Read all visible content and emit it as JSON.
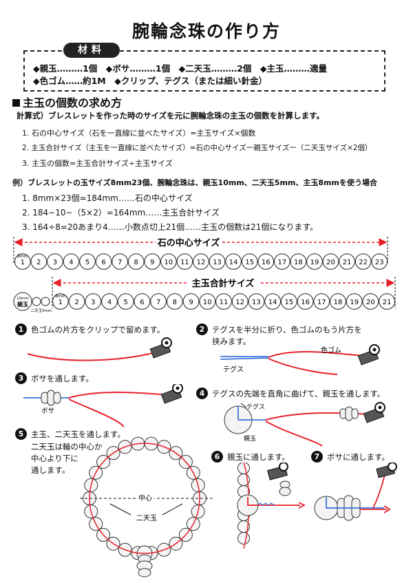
{
  "title": "腕輪念珠の作り方",
  "materials": {
    "badge": "材料",
    "line1": "◆親玉………1個　◆ボサ………1個　◆二天玉………2個　◆主玉………適量",
    "line2": "◆色ゴム……約1M　◆クリップ、テグス（または細い針金）"
  },
  "section": {
    "heading": "主玉の個数の求め方",
    "calc_intro": "計算式）ブレスレットを作った時のサイズを元に腕輪念珠の主玉の個数を計算します。",
    "calc_lines": [
      "1. 石の中心サイズ（石を一直線に並べたサイズ）=主玉サイズ×個数",
      "2. 主玉合計サイズ（主玉を一直線に並べたサイズ）=石の中心サイズー親玉サイズー（二天玉サイズ×2個）",
      "3. 主玉の個数=主玉合計サイズ÷主玉サイズ"
    ],
    "example_intro": "例）ブレスレットの玉サイズ8mm23個、腕輪念珠は、親玉10mm、二天玉5mm、主玉8mmを使う場合",
    "example_lines": [
      "1. 8mm×23個=184mm……石の中心サイズ",
      "2. 184−10−（5×2）=164mm……主玉合計サイズ",
      "3. 164÷8=20あまり4……小数点切上21個……主玉の個数は21個になります。"
    ]
  },
  "diagram1": {
    "label": "石の中心サイズ",
    "bead_size": "8mm",
    "numbers": [
      "1",
      "2",
      "3",
      "4",
      "5",
      "6",
      "7",
      "8",
      "9",
      "10",
      "11",
      "12",
      "13",
      "14",
      "15",
      "16",
      "17",
      "18",
      "19",
      "20",
      "21",
      "22",
      "23"
    ]
  },
  "diagram2": {
    "label": "主玉合計サイズ",
    "oyadama_size": "10mm",
    "oyadama_label": "親玉",
    "nitendama_label": "二天玉5mm",
    "bead_size": "8mm",
    "numbers": [
      "1",
      "2",
      "3",
      "4",
      "5",
      "6",
      "7",
      "8",
      "9",
      "10",
      "11",
      "12",
      "13",
      "14",
      "15",
      "16",
      "17",
      "18",
      "19",
      "20",
      "21"
    ]
  },
  "steps": {
    "s1": {
      "num": "1",
      "text": "色ゴムの片方をクリップで留めます。"
    },
    "s2": {
      "num": "2",
      "text1": "テグスを半分に折り、色ゴムのもう片方を",
      "text2": "挟みます。",
      "label_gomu": "色ゴム",
      "label_tegusu": "テグス"
    },
    "s3": {
      "num": "3",
      "text": "ボサを通します。",
      "label_bosa": "ボサ"
    },
    "s4": {
      "num": "4",
      "text": "テグスの先端を直角に曲げて、親玉を通します。",
      "label_tegusu": "テグス",
      "label_oyadama": "親玉"
    },
    "s5": {
      "num": "5",
      "text1": "主玉、二天玉を通します。",
      "text2": "二天玉は輪の中心か",
      "text3": "中心より下に",
      "text4": "通します。",
      "label_center": "中心",
      "label_nitendama": "二天玉"
    },
    "s6": {
      "num": "6",
      "text": "親玉に通します。"
    },
    "s7": {
      "num": "7",
      "text": "ボサに通します。"
    }
  },
  "colors": {
    "cord": "#e8202a",
    "wire": "#1a5bd6",
    "dark": "#111111"
  }
}
